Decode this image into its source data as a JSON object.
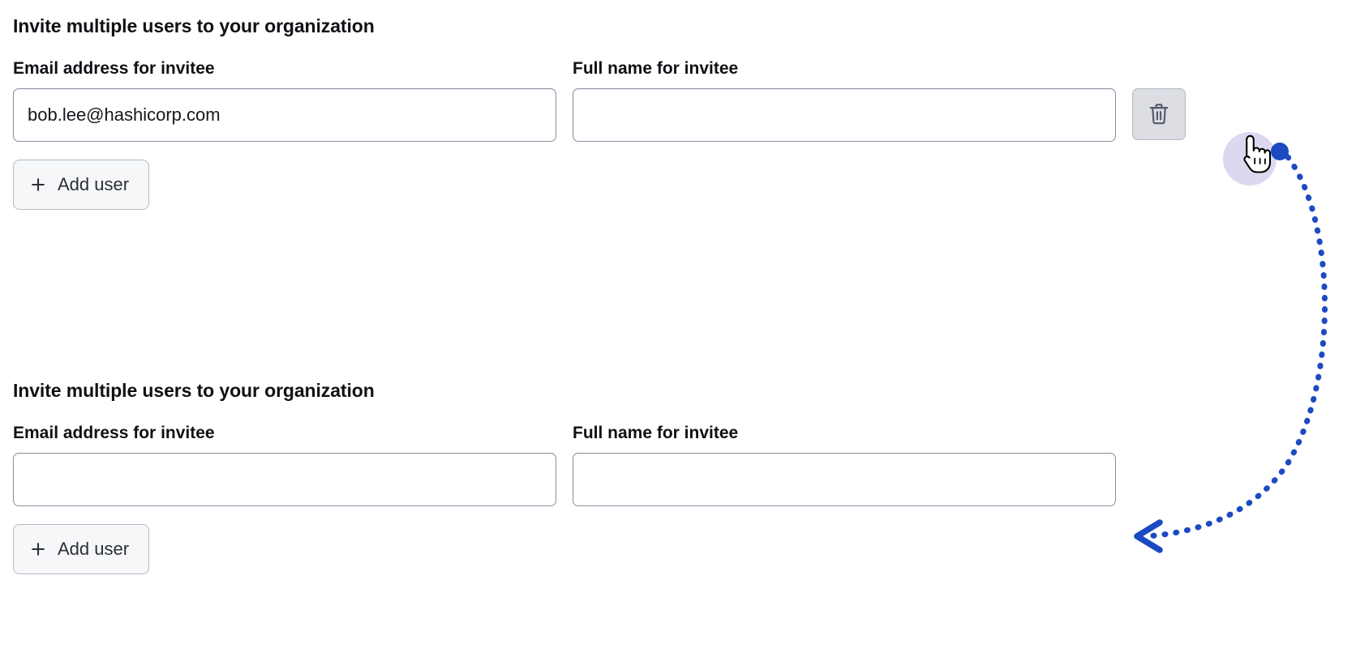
{
  "page": {
    "background_color": "#ffffff",
    "accent_color": "#1b4ac2",
    "border_color": "#8c8fa3",
    "button_bg_color": "#f6f7f9",
    "delete_button_hover_bg": "#dcdee4",
    "click_halo_color": "#7c6ac4"
  },
  "sections": [
    {
      "heading": "Invite multiple users to your organization",
      "email_field": {
        "label": "Email address for invitee",
        "value": "bob.lee@hashicorp.com",
        "placeholder": ""
      },
      "fullname_field": {
        "label": "Full name for invitee",
        "value": "",
        "placeholder": ""
      },
      "delete_button": {
        "icon": "trash-icon",
        "label": "",
        "state": "hover"
      },
      "add_user_button": {
        "icon": "plus-icon",
        "label": "Add user"
      }
    },
    {
      "heading": "Invite multiple users to your organization",
      "email_field": {
        "label": "Email address for invitee",
        "value": "",
        "placeholder": ""
      },
      "fullname_field": {
        "label": "Full name for invitee",
        "value": "",
        "placeholder": ""
      },
      "delete_button": null,
      "add_user_button": {
        "icon": "plus-icon",
        "label": "Add user"
      }
    }
  ],
  "annotation": {
    "cursor_icon": "pointing-hand-cursor",
    "click_marker_icon": "click-dot",
    "arrow_icon": "dotted-curved-arrow",
    "arrow_color": "#1b4ac2",
    "arrow_start": "1578,187",
    "arrow_end": "1404,662"
  }
}
